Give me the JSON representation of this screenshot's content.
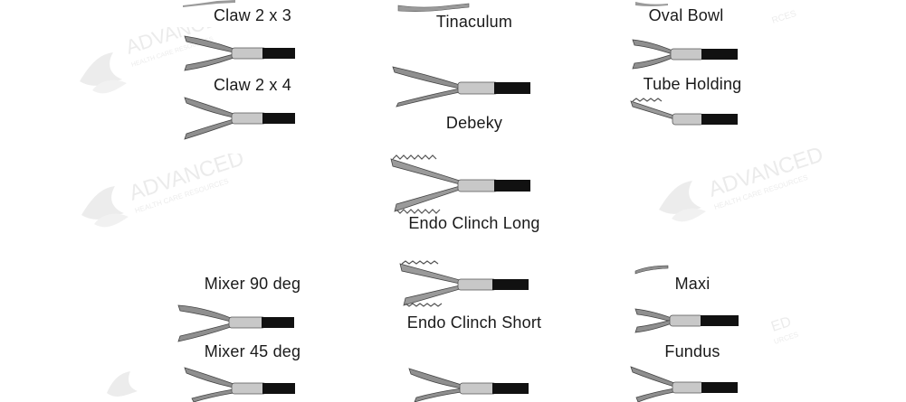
{
  "instruments": {
    "claw_2x3": "Claw 2 x 3",
    "claw_2x4": "Claw 2 x 4",
    "tinaculum": "Tinaculum",
    "debeky": "Debeky",
    "endo_clinch_long": "Endo Clinch Long",
    "endo_clinch_short": "Endo Clinch Short",
    "oval_bowl": "Oval Bowl",
    "tube_holding": "Tube Holding",
    "mixer_90": "Mixer 90 deg",
    "mixer_45": "Mixer 45 deg",
    "maxi": "Maxi",
    "fundus": "Fundus"
  },
  "watermark": {
    "brand": "ADVANCED",
    "tagline": "HEALTH CARE RESOURCES"
  }
}
